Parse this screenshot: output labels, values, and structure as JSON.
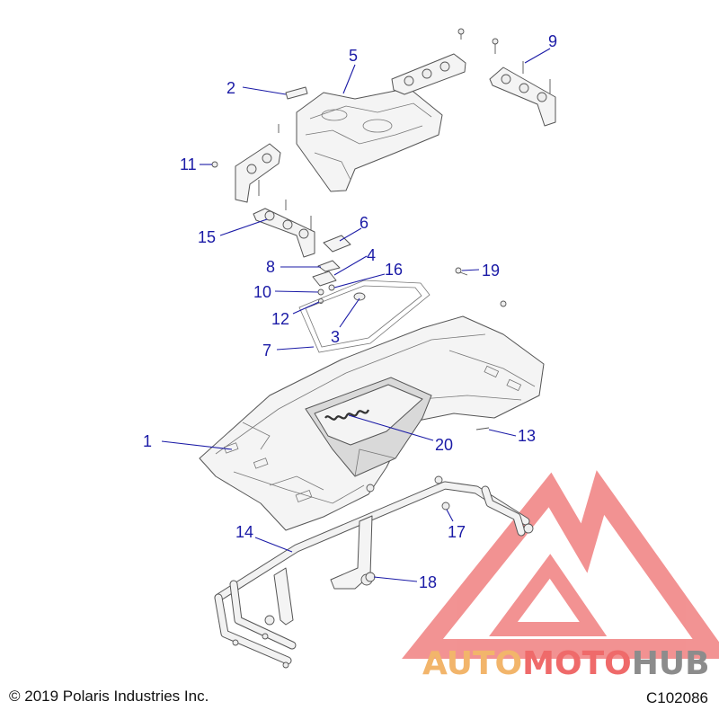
{
  "callouts": [
    {
      "label": "1"
    },
    {
      "label": "2"
    },
    {
      "label": "3"
    },
    {
      "label": "4"
    },
    {
      "label": "5"
    },
    {
      "label": "6"
    },
    {
      "label": "7"
    },
    {
      "label": "8"
    },
    {
      "label": "9"
    },
    {
      "label": "10"
    },
    {
      "label": "11"
    },
    {
      "label": "12"
    },
    {
      "label": "13"
    },
    {
      "label": "14"
    },
    {
      "label": "15"
    },
    {
      "label": "16"
    },
    {
      "label": "17"
    },
    {
      "label": "18"
    },
    {
      "label": "19"
    },
    {
      "label": "20"
    }
  ],
  "footer": {
    "copyright": "© 2019 Polaris Industries Inc.",
    "figure_code": "C102086"
  },
  "watermark": {
    "word_part1": "AUTO",
    "word_part2": "MOTO",
    "word_part3": "HUB",
    "colors": {
      "orange": "#f2b56b",
      "red": "#ef6a6a",
      "gray": "#8c8c8c",
      "triangle": "#f08080"
    }
  },
  "colors": {
    "callout": "#1a1aa6",
    "line_art": "#555555"
  }
}
